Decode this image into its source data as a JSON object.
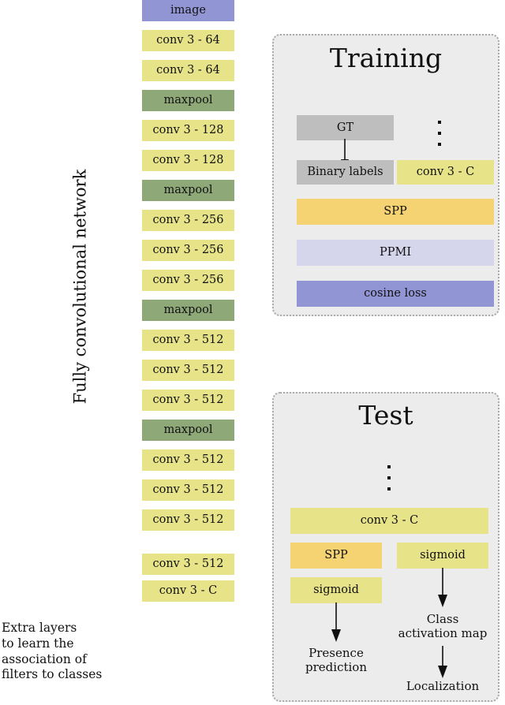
{
  "figure": {
    "left_caption_vertical": "Fully convolutional network",
    "left_caption_bottom": "Extra layers\nto learn the\nassociation of\nfilters to classes"
  },
  "colors": {
    "image_blue": "#9295d4",
    "conv_yellow": "#e7e389",
    "maxpool_green": "#8fa878",
    "gray_box": "#bebebe",
    "spp_orange": "#f5d272",
    "ppmi_lavender": "#d5d5ec",
    "cosine_loss_blue": "#9295d4",
    "panel_fill": "#ececec",
    "panel_border": "#aaaaaa"
  },
  "backbone": {
    "layers": [
      {
        "label": "image",
        "kind": "image"
      },
      {
        "label": "conv 3 - 64",
        "kind": "conv"
      },
      {
        "label": "conv 3 - 64",
        "kind": "conv"
      },
      {
        "label": "maxpool",
        "kind": "pool"
      },
      {
        "label": "conv 3 - 128",
        "kind": "conv"
      },
      {
        "label": "conv 3 - 128",
        "kind": "conv"
      },
      {
        "label": "maxpool",
        "kind": "pool"
      },
      {
        "label": "conv 3 - 256",
        "kind": "conv"
      },
      {
        "label": "conv 3 - 256",
        "kind": "conv"
      },
      {
        "label": "conv 3 - 256",
        "kind": "conv"
      },
      {
        "label": "maxpool",
        "kind": "pool"
      },
      {
        "label": "conv 3 - 512",
        "kind": "conv"
      },
      {
        "label": "conv 3 - 512",
        "kind": "conv"
      },
      {
        "label": "conv 3 - 512",
        "kind": "conv"
      },
      {
        "label": "maxpool",
        "kind": "pool"
      },
      {
        "label": "conv 3 - 512",
        "kind": "conv"
      },
      {
        "label": "conv 3 - 512",
        "kind": "conv"
      },
      {
        "label": "conv 3 - 512",
        "kind": "conv"
      },
      {
        "label": "conv 3 - 512",
        "kind": "conv"
      },
      {
        "label": "conv 3 - C",
        "kind": "conv"
      }
    ]
  },
  "training": {
    "title": "Training",
    "gt": "GT",
    "binary_labels": "Binary labels",
    "conv_c": "conv 3 - C",
    "spp": "SPP",
    "ppmi": "PPMI",
    "cosine_loss": "cosine loss",
    "ellipsis": "vertical-dots"
  },
  "test": {
    "title": "Test",
    "ellipsis": "vertical-dots",
    "conv_c": "conv 3 - C",
    "spp": "SPP",
    "sigmoid_left": "sigmoid",
    "sigmoid_right": "sigmoid",
    "presence_prediction": "Presence\nprediction",
    "class_activation_map": "Class\nactivation map",
    "localization": "Localization"
  }
}
